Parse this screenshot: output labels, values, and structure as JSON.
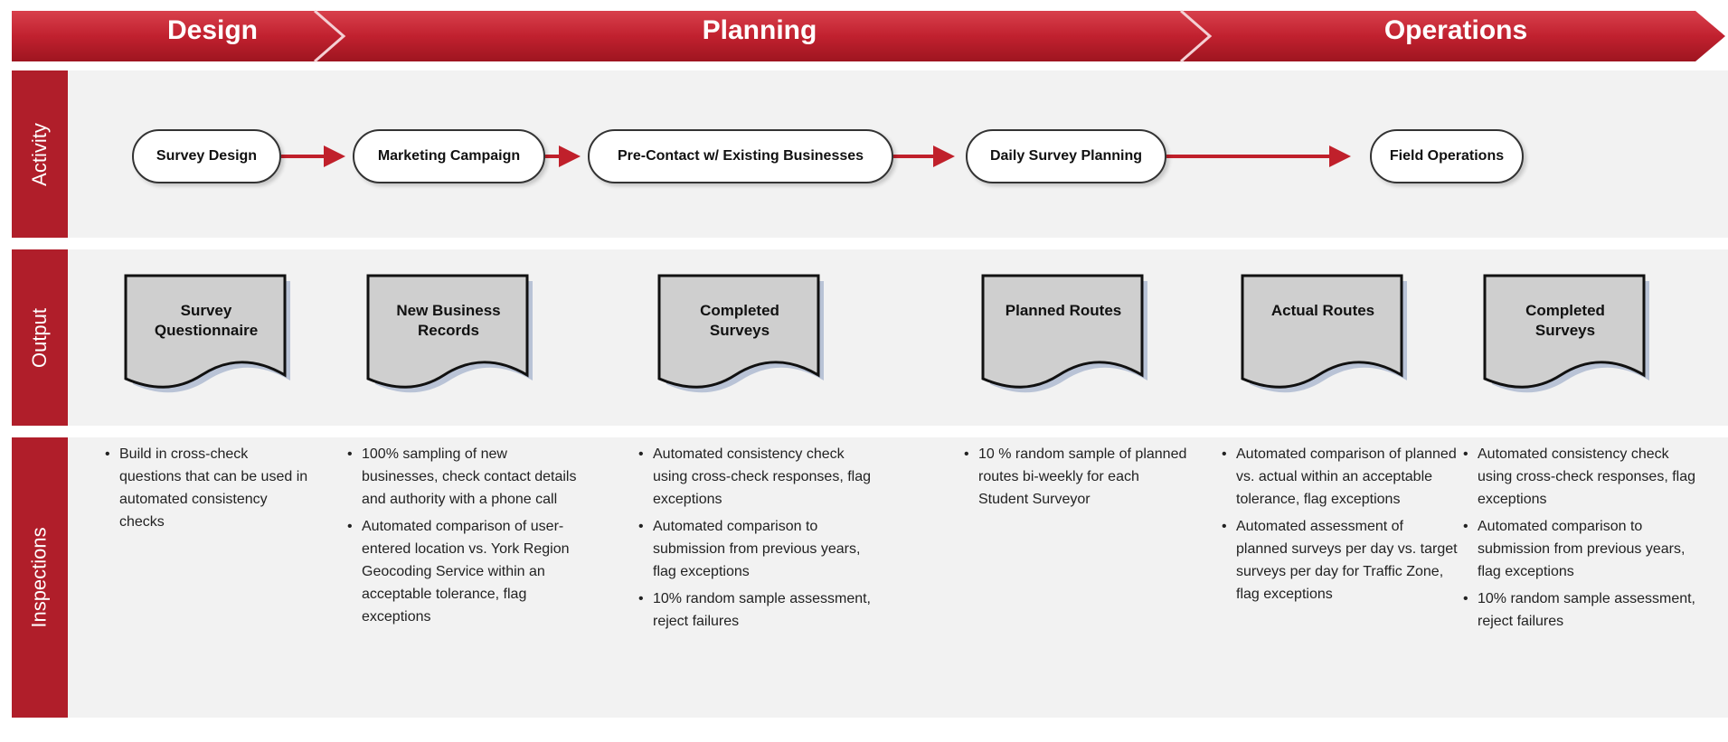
{
  "colors": {
    "band": "#c1212f",
    "tab": "#b01e2a",
    "panel": "#f2f2f2",
    "arrow": "#c0202b"
  },
  "stages": [
    "Design",
    "Planning",
    "Operations"
  ],
  "rows": [
    "Activity",
    "Output",
    "Inspections"
  ],
  "activities": [
    "Survey Design",
    "Marketing Campaign",
    "Pre-Contact w/ Existing Businesses",
    "Daily Survey Planning",
    "Field Operations"
  ],
  "outputs": [
    {
      "line1": "Survey",
      "line2": "Questionnaire"
    },
    {
      "line1": "New Business",
      "line2": "Records"
    },
    {
      "line1": "Completed",
      "line2": "Surveys"
    },
    {
      "line1": "Planned Routes",
      "line2": ""
    },
    {
      "line1": "Actual Routes",
      "line2": ""
    },
    {
      "line1": "Completed",
      "line2": "Surveys"
    }
  ],
  "inspections": [
    [
      "Build in cross-check questions that can be used in automated consistency checks"
    ],
    [
      "100% sampling of new businesses, check contact details and authority with a phone call",
      "Automated comparison of user-entered location vs. York Region Geocoding Service within an acceptable tolerance, flag exceptions"
    ],
    [
      "Automated consistency check using cross-check responses, flag exceptions",
      "Automated comparison to submission from previous years, flag exceptions",
      "10% random sample assessment, reject failures"
    ],
    [
      "10 % random sample of planned routes bi-weekly for each Student Surveyor"
    ],
    [
      "Automated comparison of planned vs. actual within an acceptable tolerance, flag exceptions",
      "Automated assessment of planned surveys per day vs. target surveys per day for Traffic Zone, flag exceptions"
    ],
    [
      "Automated consistency check using cross-check responses, flag exceptions",
      "Automated comparison to submission from previous years, flag exceptions",
      "10% random sample assessment, reject failures"
    ]
  ]
}
